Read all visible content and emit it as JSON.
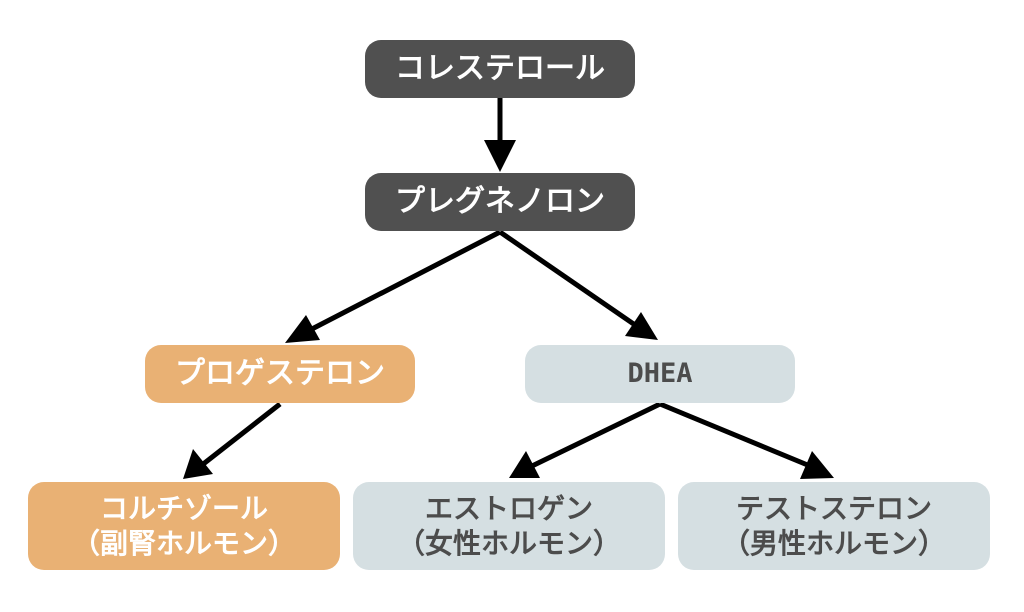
{
  "nodes": {
    "cholesterol": {
      "label": "コレステロール"
    },
    "pregnenolone": {
      "label": "プレグネノロン"
    },
    "progesterone": {
      "label": "プロゲステロン"
    },
    "dhea": {
      "label": "DHEA"
    },
    "cortisol": {
      "label": "コルチゾール",
      "sublabel": "（副腎ホルモン）"
    },
    "estrogen": {
      "label": "エストロゲン",
      "sublabel": "（女性ホルモン）"
    },
    "testosterone": {
      "label": "テストステロン",
      "sublabel": "（男性ホルモン）"
    }
  },
  "edges": [
    {
      "from": "cholesterol",
      "to": "pregnenolone"
    },
    {
      "from": "pregnenolone",
      "to": "progesterone"
    },
    {
      "from": "pregnenolone",
      "to": "dhea"
    },
    {
      "from": "progesterone",
      "to": "cortisol"
    },
    {
      "from": "dhea",
      "to": "estrogen"
    },
    {
      "from": "dhea",
      "to": "testosterone"
    }
  ],
  "colors": {
    "dark": "#505050",
    "orange": "#e9b174",
    "gray": "#d5dfe2",
    "arrow": "#000000"
  }
}
